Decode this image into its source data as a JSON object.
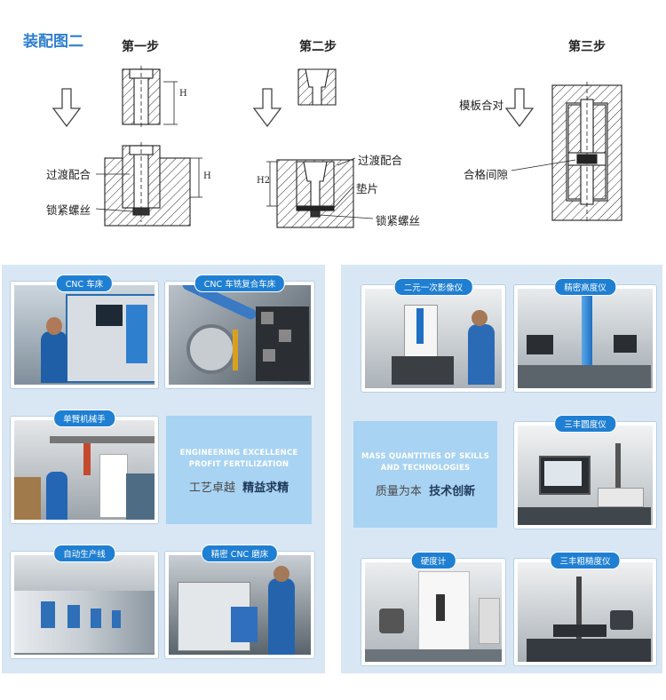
{
  "diagram": {
    "title": "装配图二",
    "steps": [
      "第一步",
      "第二步",
      "第三步"
    ],
    "labels": {
      "transition_fit_1": "过渡配合",
      "lock_screw_1": "锁紧螺丝",
      "transition_fit_2": "过渡配合",
      "washer": "垫片",
      "lock_screw_2": "锁紧螺丝",
      "template_fit": "模板合对",
      "qualified_gap": "合格间隙",
      "dim_h1": "H",
      "dim_h2": "H",
      "dim_h3": "H2"
    }
  },
  "left_panel": {
    "cards": [
      {
        "tag": "CNC 车床"
      },
      {
        "tag": "CNC 车铣复合车床"
      },
      {
        "tag": "单臂机械手"
      },
      {
        "tag": "自动生产线"
      },
      {
        "tag": "精密 CNC 磨床"
      }
    ],
    "slogan": {
      "en_line1": "ENGINEERING EXCELLENCE",
      "en_line2": "PROFIT FERTILIZATION",
      "cn_normal": "工艺卓越",
      "cn_bold": "精益求精"
    }
  },
  "right_panel": {
    "cards": [
      {
        "tag": "二元一次影像仪"
      },
      {
        "tag": "精密高度仪"
      },
      {
        "tag": "三丰圆度仪"
      },
      {
        "tag": "硬度计"
      },
      {
        "tag": "三丰粗糙度仪"
      }
    ],
    "slogan": {
      "en_line1": "MASS QUANTITIES OF SKILLS",
      "en_line2": "AND TECHNOLOGIES",
      "cn_normal": "质量为本",
      "cn_bold": "技术创新"
    }
  },
  "colors": {
    "accent_blue": "#1f7fd2",
    "title_blue": "#2f7fd0",
    "panel_bg": "#d9e7f4",
    "slogan_bg": "#a9d3f2"
  }
}
